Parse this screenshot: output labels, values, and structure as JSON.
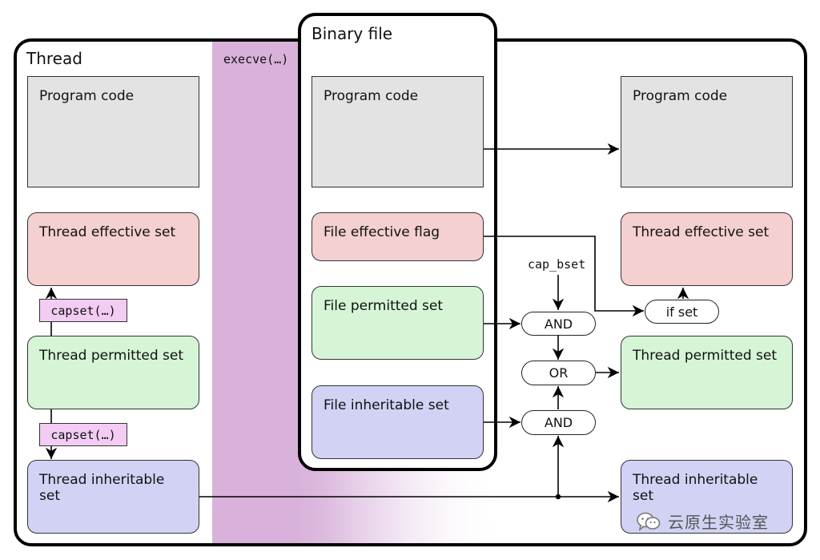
{
  "thread": {
    "title": "Thread",
    "program_code": "Program code",
    "effective_set": "Thread effective set",
    "permitted_set": "Thread permitted set",
    "inheritable_set": "Thread inheritable set",
    "capset_top": "capset(…)",
    "capset_bottom": "capset(…)"
  },
  "execve_label": "execve(…)",
  "binary_file": {
    "title": "Binary file",
    "program_code": "Program code",
    "effective_flag": "File effective flag",
    "permitted_set": "File permitted set",
    "inheritable_set": "File inheritable set"
  },
  "operators": {
    "cap_bset": "cap_bset",
    "and_top": "AND",
    "or": "OR",
    "and_bottom": "AND",
    "if_set": "if set"
  },
  "result": {
    "program_code": "Program code",
    "effective_set": "Thread effective set",
    "permitted_set": "Thread permitted set",
    "inheritable_set": "Thread inheritable set"
  },
  "watermark": {
    "text": "云原生实验室",
    "icon": "wechat-icon"
  },
  "colors": {
    "effective": "#f5d0d0",
    "permitted": "#d5f5d6",
    "inheritable": "#d2d2f5",
    "program_code": "#e3e3e3",
    "execve_band": "#d8b2da",
    "capset_tag": "#f3ccf3"
  }
}
